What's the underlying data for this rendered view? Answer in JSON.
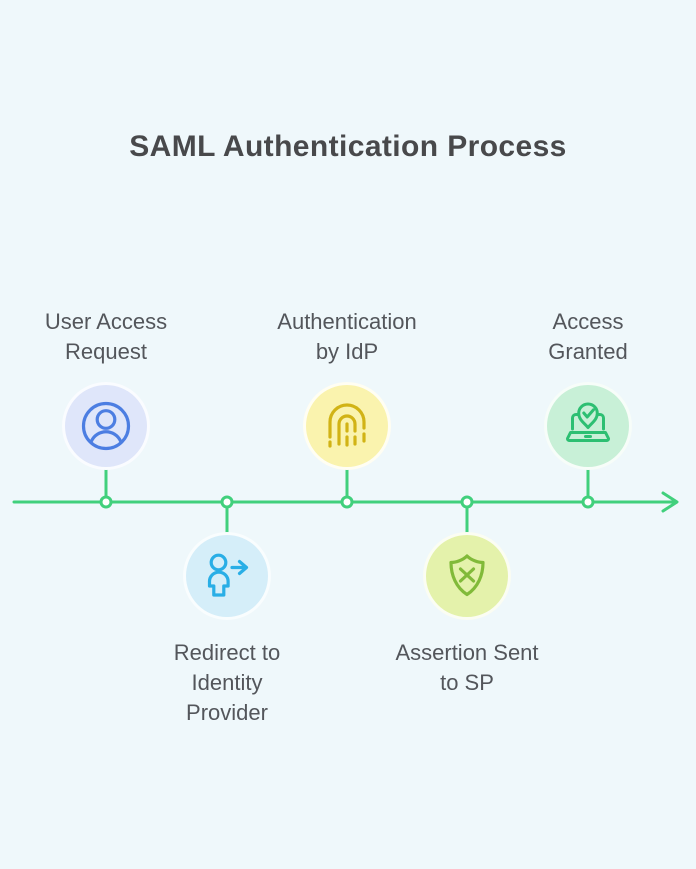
{
  "diagram": {
    "title": "SAML Authentication Process",
    "type": "horizontal-timeline",
    "background_color": "#eff8fb",
    "title_color": "#48494b",
    "label_color": "#53565b",
    "timeline_color": "#41d07c",
    "node_fill_color": "#ffffff",
    "steps": [
      {
        "label": "User Access\nRequest",
        "side": "above",
        "icon": "user-circle-icon",
        "accent_color": "#4c7ee2",
        "bubble_color": "#dfe6fa"
      },
      {
        "label": "Redirect to\nIdentity\nProvider",
        "side": "below",
        "icon": "user-redirect-arrow-icon",
        "accent_color": "#29aee6",
        "bubble_color": "#d5eef9"
      },
      {
        "label": "Authentication\nby IdP",
        "side": "above",
        "icon": "fingerprint-icon",
        "accent_color": "#d1b315",
        "bubble_color": "#faf3ae"
      },
      {
        "label": "Assertion Sent\nto SP",
        "side": "below",
        "icon": "shield-x-icon",
        "accent_color": "#81ba39",
        "bubble_color": "#e4f2ab"
      },
      {
        "label": "Access\nGranted",
        "side": "above",
        "icon": "laptop-check-icon",
        "accent_color": "#2dbf72",
        "bubble_color": "#c8f0d7"
      }
    ]
  }
}
